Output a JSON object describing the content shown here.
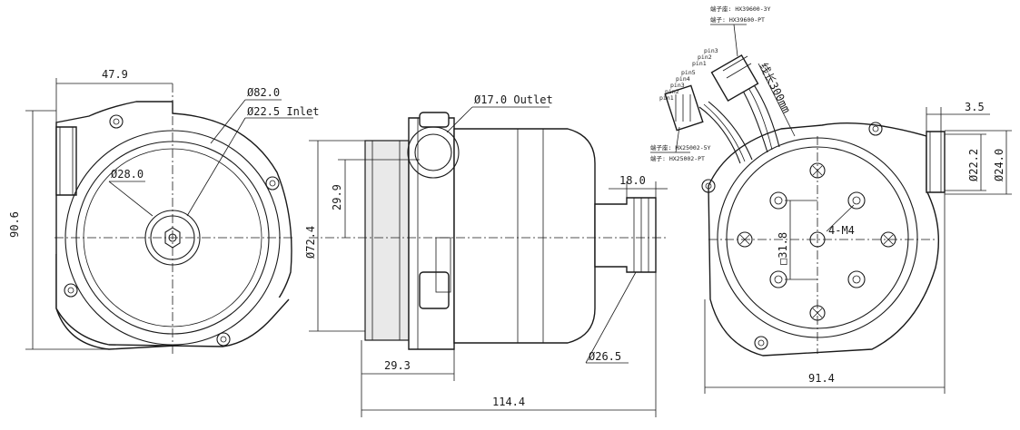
{
  "views": {
    "front": {
      "width_label": "47.9",
      "height_label": "90.6",
      "outer_dia_label": "Ø82.0",
      "inlet_label": "Ø22.5 Inlet",
      "hub_label": "Ø28.0"
    },
    "side": {
      "outlet_label": "Ø17.0 Outlet",
      "height_label": "29.9",
      "body_dia_label": "Ø72.4",
      "nozzle_len_label": "18.0",
      "nozzle_dia_label": "Ø26.5",
      "offset_label": "29.3",
      "length_label": "114.4"
    },
    "rear": {
      "connector_top_1": "端子座: HX39600-3Y",
      "connector_top_2": "端子: HX39600-PT",
      "connector_bottom_1": "端子座: HX25002-5Y",
      "connector_bottom_2": "端子: HX25002-PT",
      "cable_length_label": "线长300mm",
      "pins_top": [
        "pin3",
        "pin2",
        "pin1"
      ],
      "pins_bottom": [
        "pin5",
        "pin4",
        "pin3",
        "pin2",
        "pin1"
      ],
      "thread_label": "4-M4",
      "square_label": "□31.8",
      "wall_label": "3.5",
      "inner_dia_label": "Ø22.2",
      "outer_dia_label": "Ø24.0",
      "width_label": "91.4"
    }
  }
}
